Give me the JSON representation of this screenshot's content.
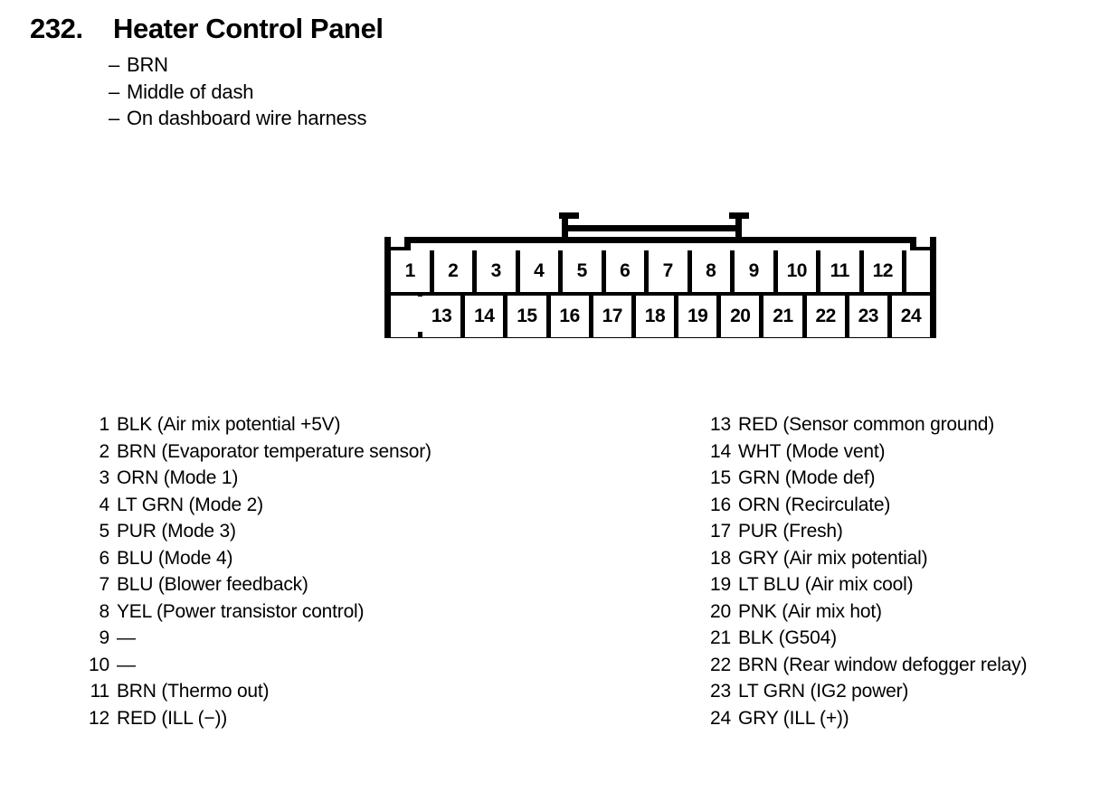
{
  "header": {
    "number": "232.",
    "title": "Heater Control Panel",
    "dash": "–",
    "bullets": [
      "BRN",
      "Middle of dash",
      "On dashboard wire harness"
    ]
  },
  "connector": {
    "top_row": [
      "1",
      "2",
      "3",
      "4",
      "5",
      "6",
      "7",
      "8",
      "9",
      "10",
      "11",
      "12"
    ],
    "bottom_row": [
      "13",
      "14",
      "15",
      "16",
      "17",
      "18",
      "19",
      "20",
      "21",
      "22",
      "23",
      "24"
    ]
  },
  "pins": {
    "left_column": [
      {
        "num": "1",
        "desc": "BLK (Air mix potential +5V)"
      },
      {
        "num": "2",
        "desc": "BRN (Evaporator temperature sensor)"
      },
      {
        "num": "3",
        "desc": "ORN (Mode 1)"
      },
      {
        "num": "4",
        "desc": "LT GRN (Mode 2)"
      },
      {
        "num": "5",
        "desc": "PUR (Mode 3)"
      },
      {
        "num": "6",
        "desc": "BLU (Mode 4)"
      },
      {
        "num": "7",
        "desc": "BLU (Blower feedback)"
      },
      {
        "num": "8",
        "desc": "YEL (Power transistor control)"
      },
      {
        "num": "9",
        "desc": "—"
      },
      {
        "num": "10",
        "desc": "—"
      },
      {
        "num": "11",
        "desc": "BRN (Thermo out)"
      },
      {
        "num": "12",
        "desc": "RED (ILL (−))"
      }
    ],
    "right_column": [
      {
        "num": "13",
        "desc": "RED (Sensor common ground)"
      },
      {
        "num": "14",
        "desc": "WHT (Mode vent)"
      },
      {
        "num": "15",
        "desc": "GRN (Mode def)"
      },
      {
        "num": "16",
        "desc": "ORN (Recirculate)"
      },
      {
        "num": "17",
        "desc": "PUR (Fresh)"
      },
      {
        "num": "18",
        "desc": "GRY (Air mix potential)"
      },
      {
        "num": "19",
        "desc": "LT BLU (Air mix cool)"
      },
      {
        "num": "20",
        "desc": "PNK (Air mix hot)"
      },
      {
        "num": "21",
        "desc": "BLK (G504)"
      },
      {
        "num": "22",
        "desc": "BRN (Rear window defogger relay)"
      },
      {
        "num": "23",
        "desc": "LT GRN (IG2 power)"
      },
      {
        "num": "24",
        "desc": "GRY (ILL (+))"
      }
    ]
  },
  "colors": {
    "ink": "#000000",
    "background": "#ffffff"
  }
}
